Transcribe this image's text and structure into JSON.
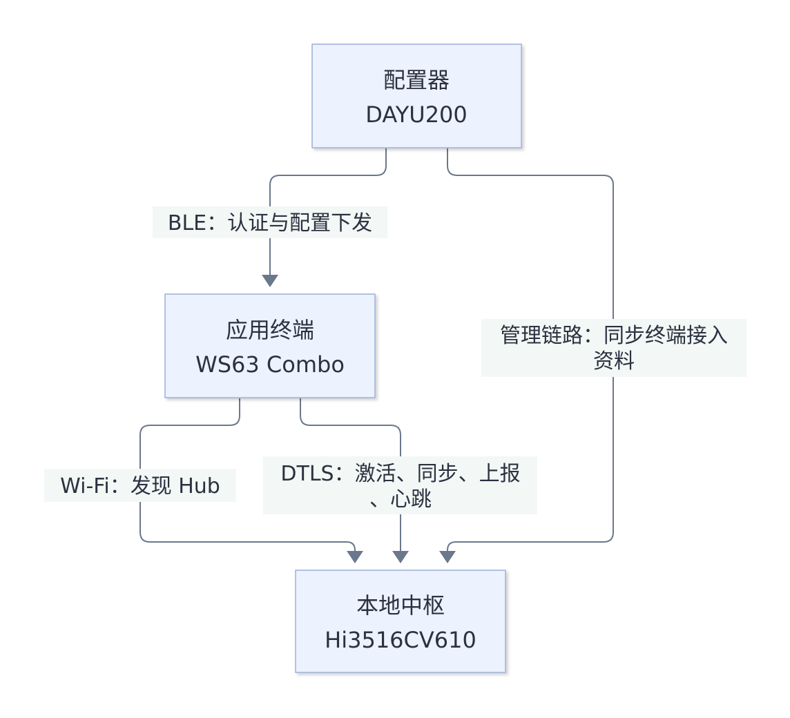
{
  "nodes": {
    "configurator": {
      "line1": "配置器",
      "line2": "DAYU200"
    },
    "terminal": {
      "line1": "应用终端",
      "line2": "WS63 Combo"
    },
    "hub": {
      "line1": "本地中枢",
      "line2": "Hi3516CV610"
    }
  },
  "edges": {
    "ble": {
      "label": "BLE：认证与配置下发"
    },
    "management": {
      "line1": "管理链路：同步终端接入",
      "line2": "资料"
    },
    "wifi": {
      "label": "Wi-Fi：发现 Hub"
    },
    "dtls": {
      "line1": "DTLS：激活、同步、上报",
      "line2": "、心跳"
    }
  },
  "colors": {
    "node_fill": "#ecf2fe",
    "node_border": "#9cb0d8",
    "edge_stroke": "#6b778c",
    "label_background": "#f3f7f5",
    "text": "#2b3140"
  }
}
